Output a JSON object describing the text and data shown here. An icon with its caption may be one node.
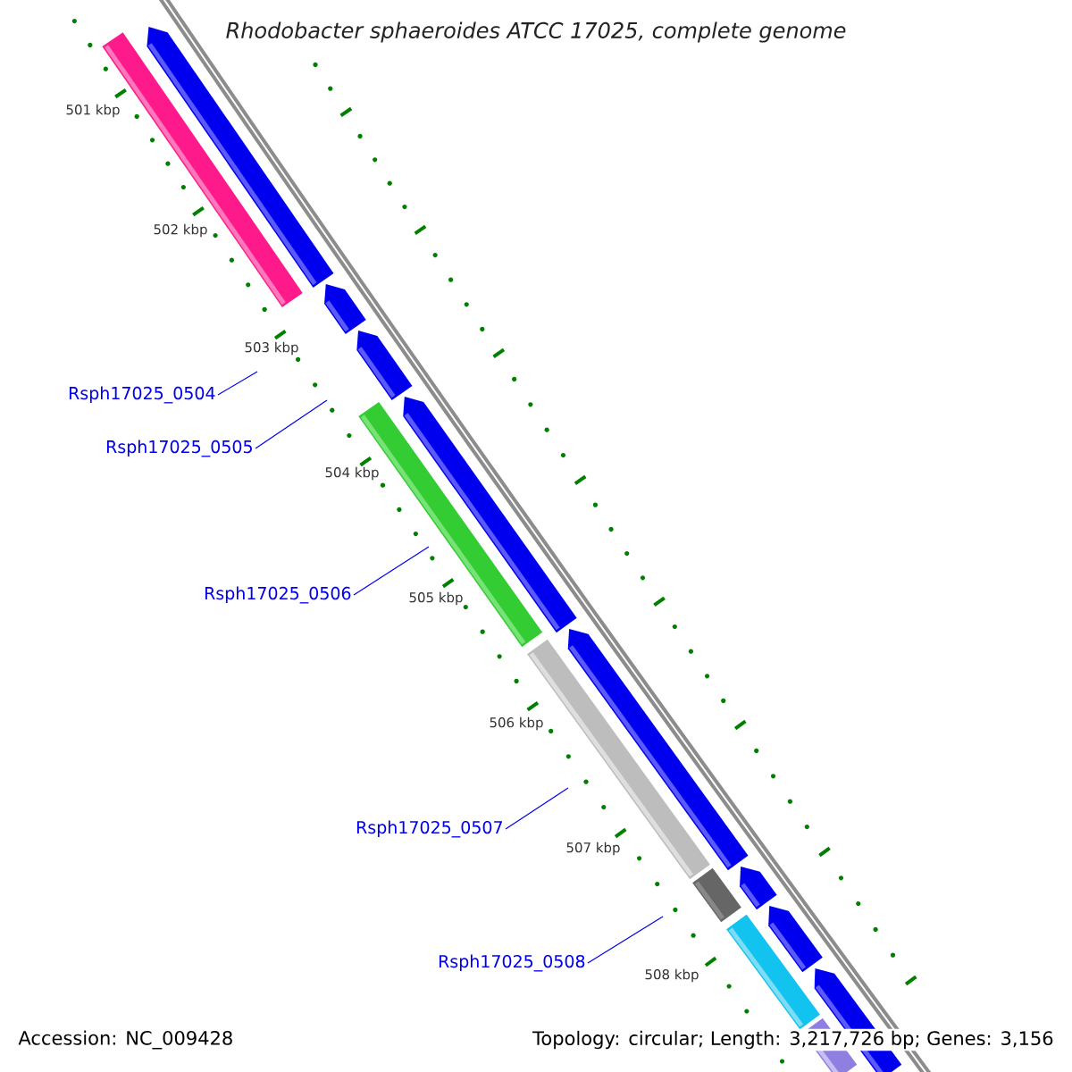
{
  "diagram": {
    "title": "*Rhodobacter sphaeroides* ATCC 17025, complete genome",
    "nodes": [
      {
        "text": [
          "Rsph17025_0504"
        ]
      },
      {
        "text": [
          "Rsph17025_0505"
        ]
      },
      {
        "text": [
          "Rsph17025_0506"
        ]
      },
      {
        "text": [
          "Rsph17025_0507"
        ]
      },
      {
        "text": [
          "Rsph17025_0508"
        ]
      }
    ],
    "edges": [
      {
        "from": 0,
        "to": null,
        "arrow": "none"
      },
      {
        "from": 1,
        "to": null,
        "arrow": "none"
      },
      {
        "from": 2,
        "to": null,
        "arrow": "none"
      },
      {
        "from": 3,
        "to": null,
        "arrow": "none"
      },
      {
        "from": 4,
        "to": null,
        "arrow": "none"
      }
    ],
    "labels": [
      "501 kbp",
      "502 kbp",
      "503 kbp",
      "504 kbp",
      "505 kbp",
      "506 kbp",
      "507 kbp",
      "508 kbp",
      "Accession: NC_009428",
      "Topology: circular; Length: 3,217,726 bp; Genes: 3,156"
    ]
  }
}
